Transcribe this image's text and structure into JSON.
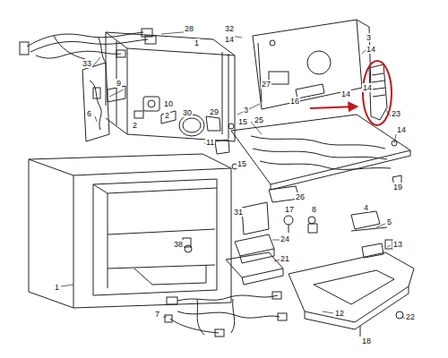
{
  "diagram": {
    "labels": [
      "28",
      "32",
      "14",
      "1",
      "3",
      "14",
      "33",
      "9",
      "27",
      "16",
      "14",
      "14",
      "10",
      "6",
      "3",
      "2",
      "30",
      "29",
      "2",
      "25",
      "23",
      "15",
      "14",
      "11",
      "15",
      "19",
      "26",
      "31",
      "17",
      "8",
      "4",
      "5",
      "38",
      "24",
      "13",
      "21",
      "1",
      "7",
      "12",
      "22",
      "18"
    ]
  }
}
